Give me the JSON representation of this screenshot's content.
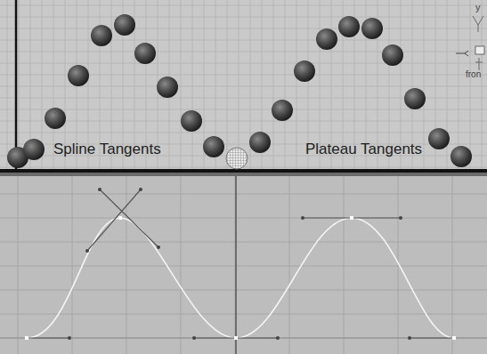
{
  "diagram": {
    "labels": [
      "Spline Tangents",
      "Plateau Tangents",
      "y",
      "fron"
    ]
  }
}
